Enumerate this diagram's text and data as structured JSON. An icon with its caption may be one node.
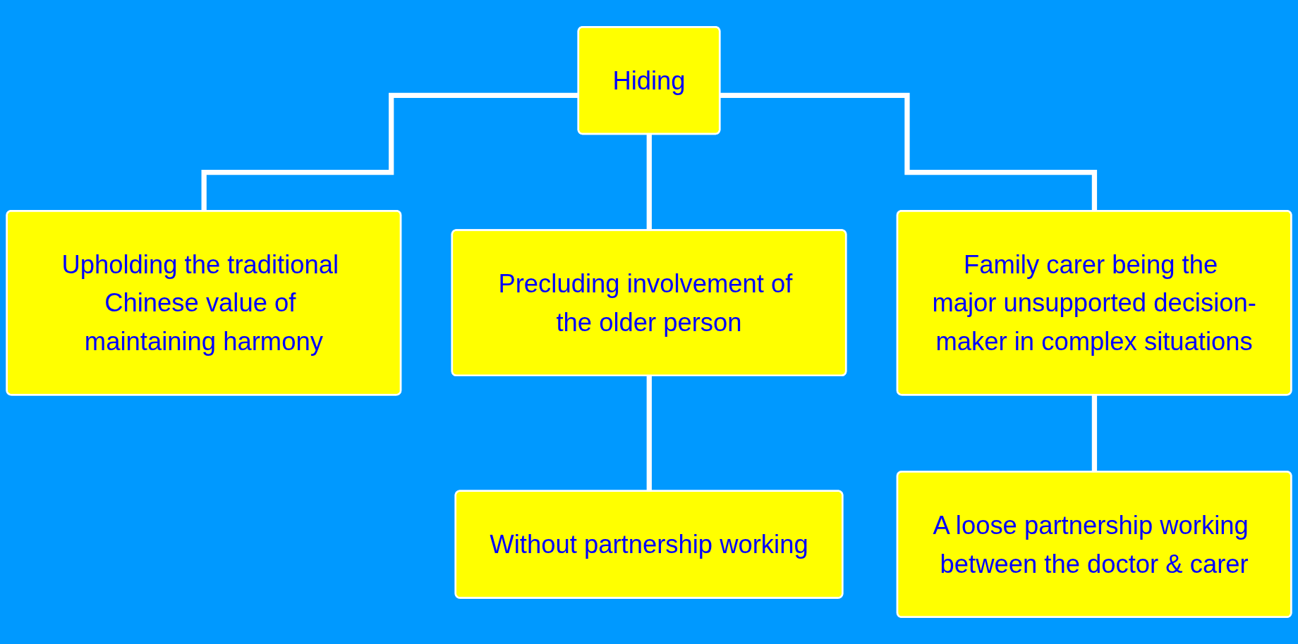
{
  "diagram": {
    "nodes": [
      {
        "text": [
          "Hiding"
        ]
      },
      {
        "text": [
          "Upholding the traditional Chinese value of maintaining harmony"
        ]
      },
      {
        "text": [
          "Precluding involvement of the older person"
        ]
      },
      {
        "text": [
          "Family carer being the major unsupported decision-maker in complex situations"
        ]
      },
      {
        "text": [
          "Without partnership working"
        ]
      },
      {
        "text": [
          "A loose partnership working between the doctor & carer"
        ]
      }
    ],
    "edges": [
      {
        "from": 0,
        "to": 1,
        "arrow": "none"
      },
      {
        "from": 0,
        "to": 2,
        "arrow": "none"
      },
      {
        "from": 0,
        "to": 3,
        "arrow": "none"
      },
      {
        "from": 2,
        "to": 4,
        "arrow": "none"
      },
      {
        "from": 3,
        "to": 5,
        "arrow": "none"
      }
    ]
  }
}
